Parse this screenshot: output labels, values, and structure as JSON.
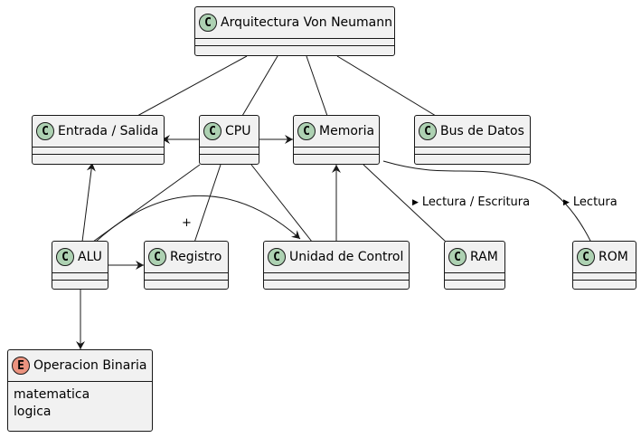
{
  "diagram": {
    "classes": {
      "arquitectura": {
        "name": "Arquitectura Von Neumann",
        "badge": "C"
      },
      "io": {
        "name": "Entrada / Salida",
        "badge": "C"
      },
      "cpu": {
        "name": "CPU",
        "badge": "C"
      },
      "memoria": {
        "name": "Memoria",
        "badge": "C"
      },
      "bus": {
        "name": "Bus de Datos",
        "badge": "C"
      },
      "alu": {
        "name": "ALU",
        "badge": "C"
      },
      "registro": {
        "name": "Registro",
        "badge": "C"
      },
      "unidad": {
        "name": "Unidad de Control",
        "badge": "C"
      },
      "ram": {
        "name": "RAM",
        "badge": "C"
      },
      "rom": {
        "name": "ROM",
        "badge": "C"
      }
    },
    "enum": {
      "name": "Operacion Binaria",
      "badge": "E",
      "values": [
        "matematica",
        "logica"
      ]
    },
    "relations": [
      {
        "from": "Arquitectura Von Neumann",
        "to": "Entrada / Salida",
        "type": "composition"
      },
      {
        "from": "Arquitectura Von Neumann",
        "to": "CPU",
        "type": "composition"
      },
      {
        "from": "Arquitectura Von Neumann",
        "to": "Memoria",
        "type": "composition"
      },
      {
        "from": "Arquitectura Von Neumann",
        "to": "Bus de Datos",
        "type": "composition"
      },
      {
        "from": "CPU",
        "to": "Entrada / Salida",
        "type": "association"
      },
      {
        "from": "CPU",
        "to": "Memoria",
        "type": "association"
      },
      {
        "from": "CPU",
        "to": "ALU",
        "type": "composition"
      },
      {
        "from": "CPU",
        "to": "Registro",
        "type": "composition"
      },
      {
        "from": "CPU",
        "to": "Unidad de Control",
        "type": "composition"
      },
      {
        "from": "Memoria",
        "to": "RAM",
        "type": "composition",
        "label": "Lectura / Escritura"
      },
      {
        "from": "Memoria",
        "to": "ROM",
        "type": "composition",
        "label": "Lectura"
      },
      {
        "from": "ALU",
        "to": "Entrada / Salida",
        "type": "association"
      },
      {
        "from": "ALU",
        "to": "Registro",
        "type": "association"
      },
      {
        "from": "ALU",
        "to": "Unidad de Control",
        "type": "association"
      },
      {
        "from": "Unidad de Control",
        "to": "Memoria",
        "type": "association"
      },
      {
        "from": "ALU",
        "to": "Operacion Binaria",
        "type": "association"
      }
    ],
    "labels": {
      "plus": "+",
      "lectura_escritura": "Lectura / Escritura",
      "lectura": "Lectura",
      "direction_marker": "▶"
    }
  }
}
